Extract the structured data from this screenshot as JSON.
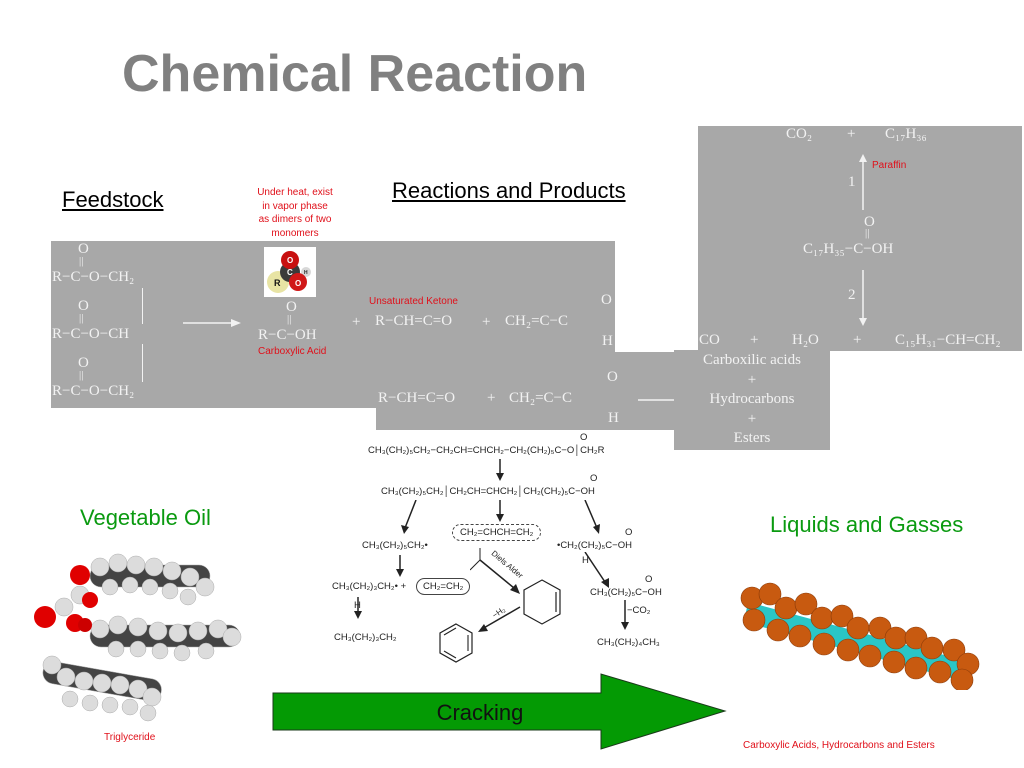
{
  "title": "Chemical Reaction",
  "headings": {
    "feedstock": "Feedstock",
    "reactions": "Reactions and Products"
  },
  "annotations": {
    "vapor_note": [
      "Under heat, exist",
      "in vapor phase",
      "as dimers of two",
      "monomers"
    ],
    "carboxylic_acid": "Carboxylic Acid",
    "unsaturated_ketone": "Unsaturated Ketone",
    "paraffin": "Paraffin",
    "triglyceride": "Triglyceride",
    "products_caption": "Carboxylic Acids, Hydrocarbons and Esters"
  },
  "labels": {
    "vegetable_oil": "Vegetable Oil",
    "liquids_gasses": "Liquids and Gasses",
    "cracking": "Cracking"
  },
  "feedstock_panel": {
    "carbonyl_o": "O",
    "double_bond": "||",
    "rows": [
      "R−C−O−CH₂",
      "R−C−O−CH",
      "R−C−O−CH₂"
    ],
    "acid_o": "O",
    "acid_formula": "R−C−OH",
    "plus": "+",
    "ketone_formula": "R−CH=C=O",
    "aldehyde_formula": "CH₂=C−C",
    "aldehyde_o": "O",
    "aldehyde_h": "H"
  },
  "second_panel": {
    "ketone_formula": "R−CH=C=O",
    "plus": "+",
    "aldehyde_formula": "CH₂=C−C",
    "aldehyde_o": "O",
    "aldehyde_h": "H"
  },
  "products_panel": {
    "lines": [
      "Carboxilic acids",
      "+",
      "Hydrocarbons",
      "+",
      "Esters"
    ]
  },
  "paraffin_panel": {
    "top_left": "CO₂",
    "top_plus": "+",
    "top_right": "C₁₇H₃₆",
    "path1": "1",
    "path2": "2",
    "acid_o": "O",
    "acid_formula": "C₁₇H₃₅−C−OH",
    "bottom": [
      "CO",
      "+",
      "H₂O",
      "+",
      "C₁₅H₃₁−CH=CH₂"
    ]
  },
  "cracking_scheme": {
    "row1": "CH₃(CH₂)₅CH₂−CH₂CH=CHCH₂−CH₂(CH₂)₅C−O│CH₂R",
    "row2": "CH₃(CH₂)₅CH₂│CH₂CH=CHCH₂│CH₂(CH₂)₅C−OH",
    "left_radical": "CH₃(CH₂)₅CH₂•",
    "butadiene": "CH₂=CHCH=CH₂",
    "right_radical": "•CH₂(CH₂)₅C−OH",
    "left_radical2": "CH₃(CH₂)₃CH₂• +",
    "ethylene": "CH₂=CH₂",
    "diels_alder": "Diels Alder",
    "h_label": "H",
    "left_product": "CH₃(CH₂)₃CH₂",
    "minus_h2": "−H₂",
    "right_acid": "CH₃(CH₂)₅C−OH",
    "minus_co2": "−CO₂",
    "right_product": "CH₃(CH₂)₄CH₃",
    "o": "O"
  },
  "molecule_icon": {
    "r": "R",
    "c": "C",
    "o": "O",
    "h": "H"
  },
  "colors": {
    "title": "#808080",
    "panel": "#a8a8a8",
    "annotation_red": "#e0101a",
    "label_green": "#0a9a10",
    "arrow_green": "#049a04"
  }
}
